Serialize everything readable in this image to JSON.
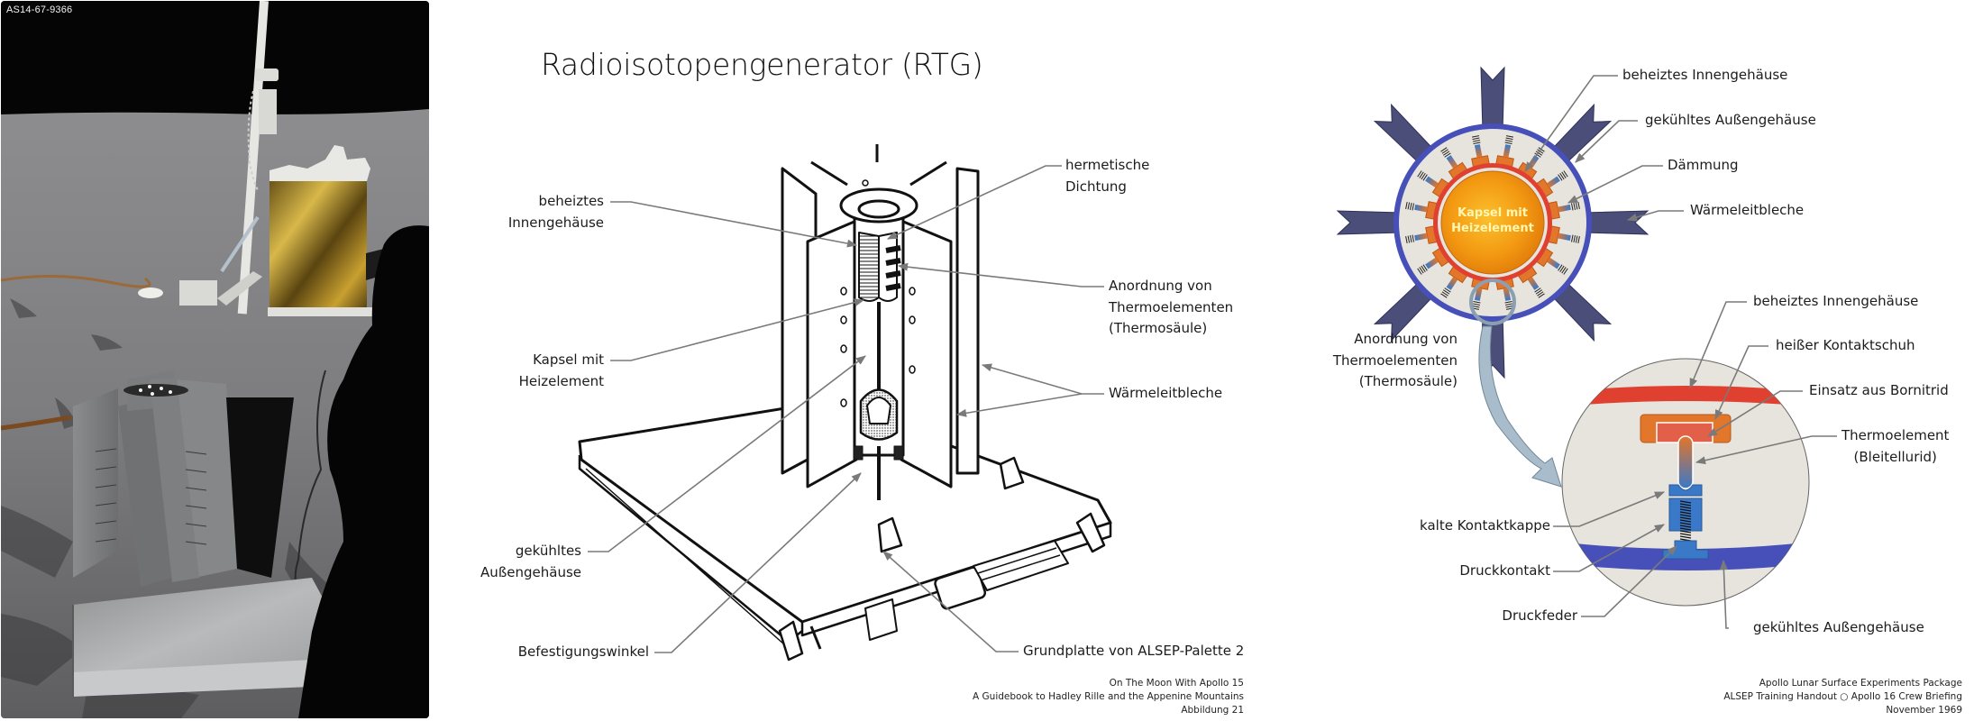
{
  "photo": {
    "id_label": "AS14-67-9366",
    "description": "Apollo lunar surface photo of RTG on ALSEP pallet"
  },
  "middle_diagram": {
    "title": "Radioisotopengenerator (RTG)",
    "labels": {
      "heated_inner_housing": [
        "beheiztes",
        "Innengehäuse"
      ],
      "capsule": [
        "Kapsel mit",
        "Heizelement"
      ],
      "cooled_outer_housing": [
        "gekühltes",
        "Außengehäuse"
      ],
      "mounting_bracket": "Befestigungswinkel",
      "hermetic_seal": [
        "hermetische",
        "Dichtung"
      ],
      "thermopile": [
        "Anordnung von",
        "Thermoelementen",
        "(Thermosäule)"
      ],
      "heat_fins": "Wärmeleitbleche",
      "base_plate": "Grundplatte von ALSEP-Palette 2"
    },
    "citation": [
      "On The Moon With Apollo 15",
      "A Guidebook to Hadley Rille and the Appenine Mountains",
      "Abbildung 21"
    ]
  },
  "right_diagram": {
    "core_label": [
      "Kapsel mit",
      "Heizelement"
    ],
    "cross_section_labels": {
      "heated_inner_housing": "beheiztes Innengehäuse",
      "cooled_outer_housing": "gekühltes Außengehäuse",
      "insulation": "Dämmung",
      "heat_fins": "Wärmeleitbleche",
      "thermopile": [
        "Anordnung von",
        "Thermoelementen",
        "(Thermosäule)"
      ]
    },
    "detail_labels": {
      "heated_inner_housing": "beheiztes Innengehäuse",
      "hot_contact_shoe": "heißer Kontaktschuh",
      "boron_nitride_insert": "Einsatz aus Bornitrid",
      "thermoelement": [
        "Thermoelement",
        "(Bleitellurid)"
      ],
      "cold_contact_cap": "kalte Kontaktkappe",
      "pressure_contact": "Druckkontakt",
      "pressure_spring": "Druckfeder",
      "cooled_outer_housing": "gekühltes Außengehäuse"
    },
    "citation": [
      "Apollo Lunar Surface Experiments Package",
      "ALSEP Training Handout ○ Apollo 16 Crew Briefing",
      "November 1969"
    ],
    "colors": {
      "core": "#f39a12",
      "hot_ring": "#e04030",
      "hot_shoe": "#e2762a",
      "cold_ring": "#4650b8",
      "fin": "#4a4e78",
      "insulation": "#e6e4dc",
      "cold_cap": "#3a78c8",
      "arrow_fill": "#a9bccb",
      "leader": "#7a7a7a"
    }
  }
}
